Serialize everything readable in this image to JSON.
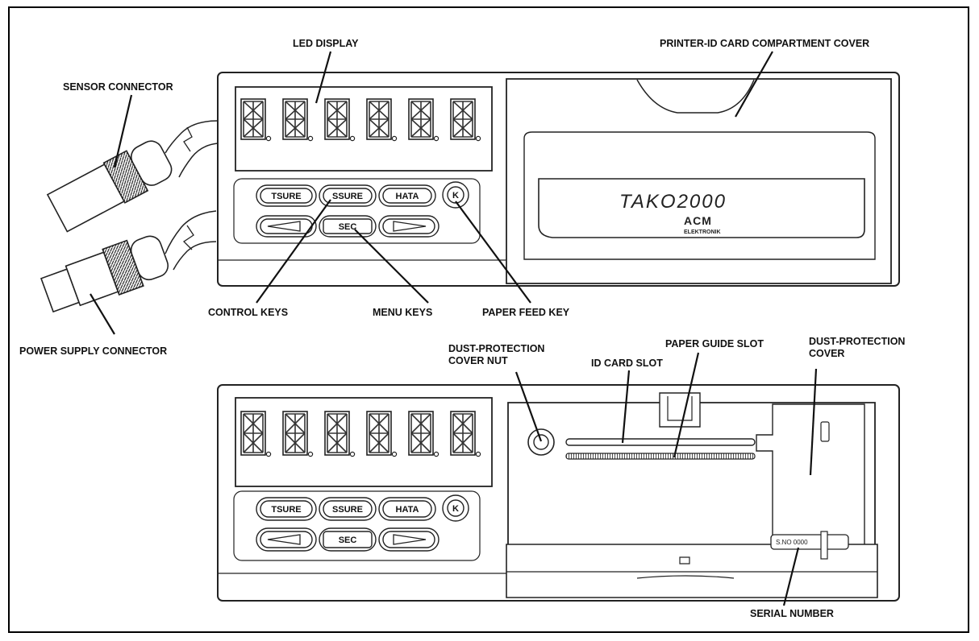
{
  "labels": {
    "led_display": "LED DISPLAY",
    "printer_cover": "PRINTER-ID CARD COMPARTMENT COVER",
    "sensor_connector": "SENSOR CONNECTOR",
    "power_supply_connector": "POWER SUPPLY CONNECTOR",
    "control_keys": "CONTROL KEYS",
    "menu_keys": "MENU KEYS",
    "paper_feed_key": "PAPER FEED KEY",
    "dust_cover_nut_line1": "DUST-PROTECTION",
    "dust_cover_nut_line2": "COVER NUT",
    "id_card_slot": "ID CARD SLOT",
    "paper_guide_slot": "PAPER GUIDE SLOT",
    "dust_cover_line1": "DUST-PROTECTION",
    "dust_cover_line2": "COVER",
    "serial_number": "SERIAL NUMBER"
  },
  "keys": {
    "tsure": "TSURE",
    "ssure": "SSURE",
    "hata": "HATA",
    "k": "K",
    "sec": "SEC"
  },
  "brand": {
    "model": "TAKO2000",
    "logo": "ACM",
    "maker": "ELEKTRONIK"
  },
  "serial_plate": "S.NO 0000"
}
